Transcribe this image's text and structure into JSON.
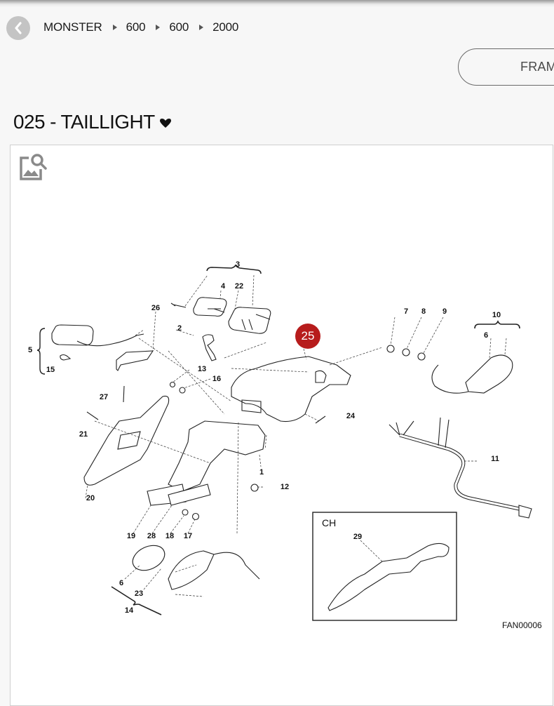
{
  "header": {
    "back_icon": "chevron-left-icon",
    "breadcrumb": [
      "MONSTER",
      "600",
      "600",
      "2000"
    ],
    "breadcrumb_separator_icon": "triangle-right-icon",
    "frame_button_label": "FRAM"
  },
  "section": {
    "title": "025 - TAILLIGHT",
    "title_caret_icon": "caret-down-icon",
    "zoom_icon": "image-search-icon"
  },
  "diagram": {
    "highlighted_part": "25",
    "highlight_color": "#b71c1c",
    "callouts": {
      "p1": "1",
      "p2": "2",
      "p3": "3",
      "p4": "4",
      "p5": "5",
      "p6a": "6",
      "p6b": "6",
      "p7": "7",
      "p8": "8",
      "p9": "9",
      "p10": "10",
      "p11": "11",
      "p12": "12",
      "p13": "13",
      "p14": "14",
      "p15": "15",
      "p16": "16",
      "p17": "17",
      "p18": "18",
      "p19": "19",
      "p20": "20",
      "p21": "21",
      "p22": "22",
      "p23": "23",
      "p24": "24",
      "p26": "26",
      "p27": "27",
      "p28": "28",
      "p29": "29"
    },
    "inset_label": "CH",
    "drawing_code": "FAN00006"
  }
}
